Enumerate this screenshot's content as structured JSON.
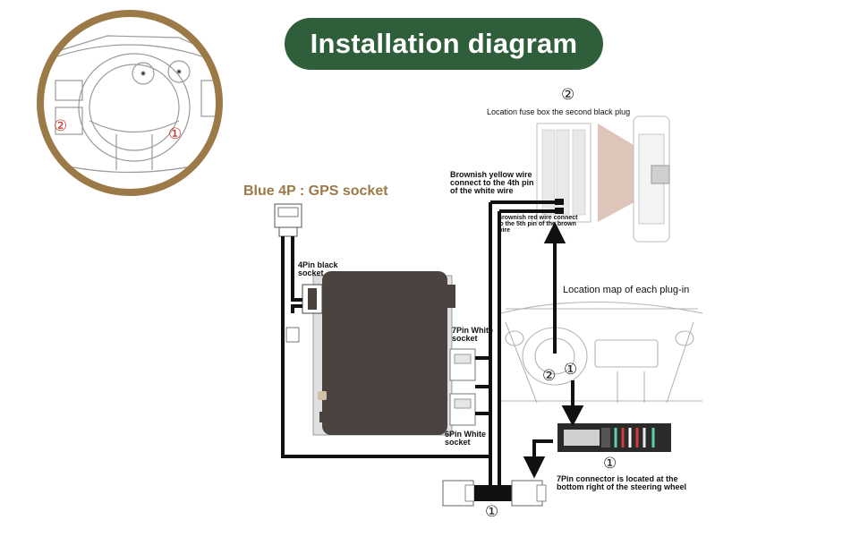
{
  "title": "Installation diagram",
  "gps_socket_label": "Blue 4P : GPS socket",
  "labels": {
    "pin4_black_socket": [
      "4Pin black",
      "socket"
    ],
    "pin7_white_socket": [
      "7Pin White",
      "socket"
    ],
    "pin6_white_socket": [
      "6Pin White",
      "socket"
    ],
    "brownish_yellow_wire": [
      "Brownish yellow wire",
      "connect to the 4th pin",
      "of the white wire"
    ],
    "brownish_red_wire": [
      "Brownish red wire connect",
      "to the 5th pin of the brown",
      "wire"
    ],
    "location_fuse_box": "Location    fuse box    the second black plug",
    "location_map": "Location map of each plug-in",
    "pin7_connector_location": [
      "7Pin connector is located at the",
      "bottom right of the steering wheel"
    ]
  },
  "markers": {
    "one": "①",
    "two": "②"
  },
  "colors": {
    "title_bg": "#2e5f3a",
    "ring": "#9c7a48",
    "gps_label": "#9c7a48",
    "marker_red": "#c8322a",
    "module_body": "#4a4340",
    "wire": "#111111",
    "fuse_beam": "#d9bfb2"
  }
}
